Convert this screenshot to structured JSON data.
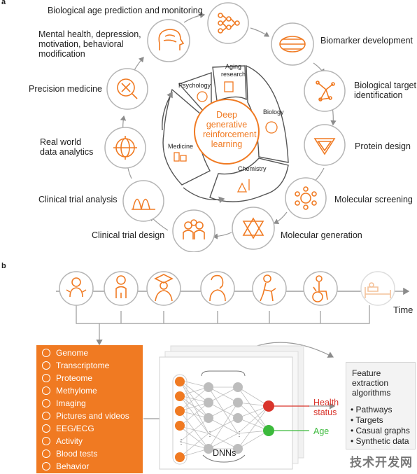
{
  "panel_a": {
    "letter": "a",
    "center": [
      "Deep",
      "generative",
      "reinforcement",
      "learning"
    ],
    "segments": {
      "psychology": "Psychology",
      "aging_research": [
        "Aging",
        "research"
      ],
      "biology": "Biology",
      "chemistry": "Chemistry",
      "medicine": "Medicine"
    },
    "cycle": {
      "bio_age": "Biological age prediction and monitoring",
      "biomarker": "Biomarker development",
      "target": [
        "Biological target",
        "identification"
      ],
      "protein": "Protein design",
      "screening": "Molecular screening",
      "generation": "Molecular generation",
      "trial_design": "Clinical trial design",
      "trial_analysis": "Clinical trial analysis",
      "rwd": [
        "Real world",
        "data analytics"
      ],
      "precision": "Precision medicine",
      "mental": [
        "Mental health, depression,",
        "motivation, behavioral",
        "modification"
      ]
    }
  },
  "panel_b": {
    "letter": "b",
    "time_label": "Time",
    "data_types": [
      "Genome",
      "Transcriptome",
      "Proteome",
      "Methylome",
      "Imaging",
      "Pictures and videos",
      "EEG/ECG",
      "Activity",
      "Blood tests",
      "Behavior"
    ],
    "dnn_label": "DNNs",
    "outputs": {
      "health": [
        "Health",
        "status"
      ],
      "age": "Age"
    },
    "feature": {
      "title": [
        "Feature",
        "extraction",
        "algorithms"
      ],
      "items": [
        "• Pathways",
        "• Targets",
        "• Casual graphs",
        "• Synthetic data"
      ]
    }
  },
  "watermark": "技术开发网",
  "colors": {
    "accent": "#f07a22",
    "health": "#d9342b",
    "age": "#3cba3c",
    "line": "#8c8c8c"
  }
}
